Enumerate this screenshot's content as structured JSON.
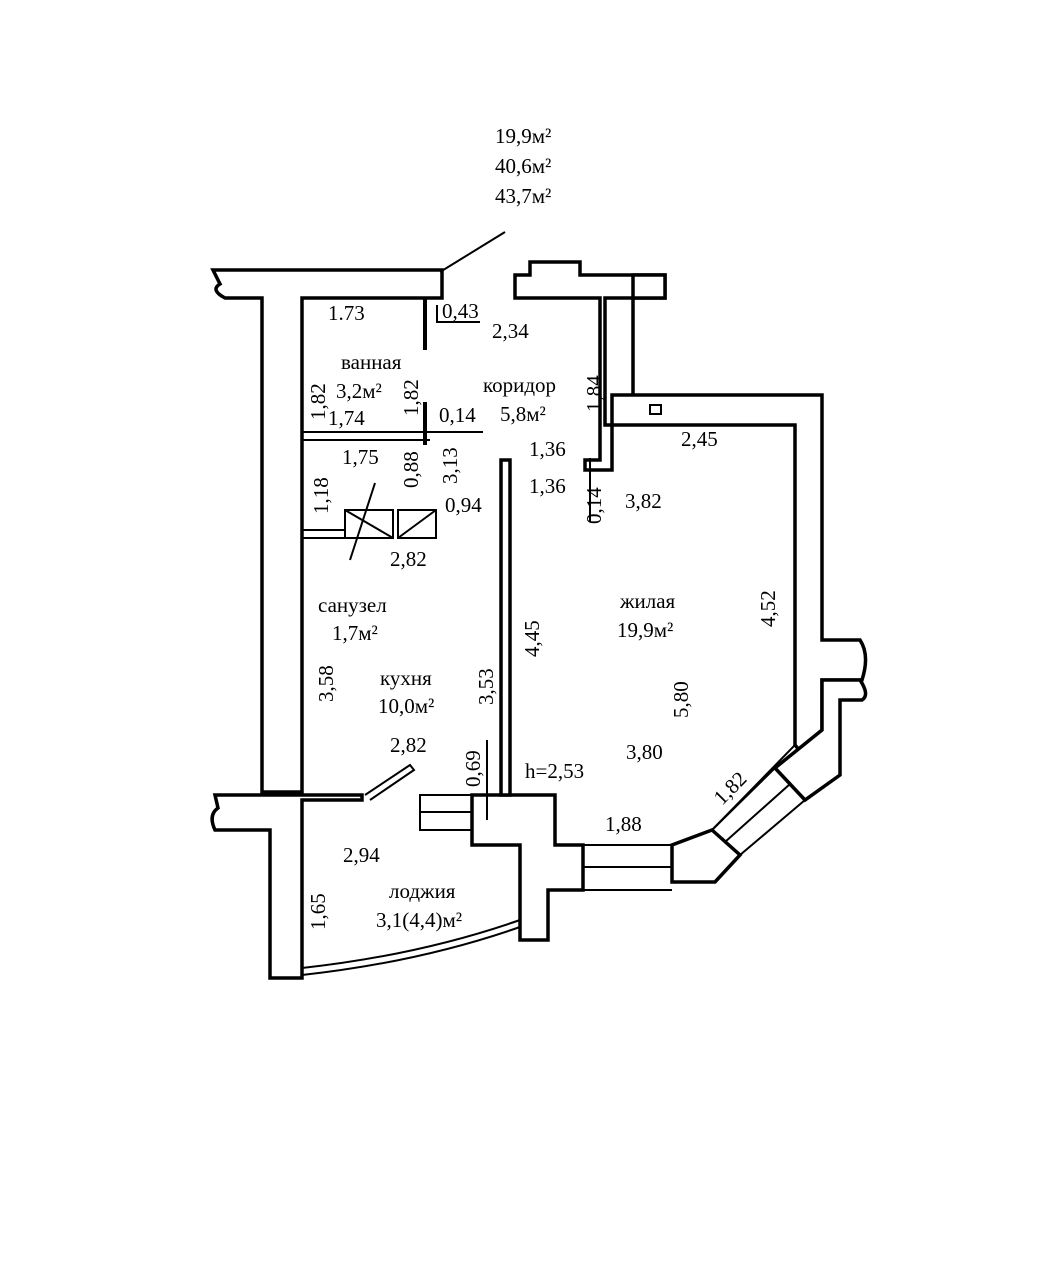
{
  "summary": {
    "living_area": "19,9м²",
    "total_area": "40,6м²",
    "total_with_loggia": "43,7м²"
  },
  "rooms": {
    "bathroom": {
      "name": "ванная",
      "area": "3,2м²"
    },
    "corridor": {
      "name": "коридор",
      "area": "5,8м²"
    },
    "toilet": {
      "name": "санузел",
      "area": "1,7м²"
    },
    "kitchen": {
      "name": "кухня",
      "area": "10,0м²"
    },
    "living": {
      "name": "жилая",
      "area": "19,9м²"
    },
    "loggia": {
      "name": "лоджия",
      "area": "3,1(4,4)м²"
    }
  },
  "ceiling_height": "h=2,53",
  "dimensions": {
    "bath_top": "1.73",
    "bath_left": "1,82",
    "bath_right": "1,82",
    "bath_bottom": "1,74",
    "door_043": "0,43",
    "corr_234": "2,34",
    "corr_184": "1,84",
    "wall_014a": "0,14",
    "corr_313": "3,13",
    "corr_136a": "1,36",
    "corr_136b": "1,36",
    "wall_014b": "0,14",
    "wc_175": "1,75",
    "wc_118": "1,18",
    "wc_088": "0,88",
    "wc_094": "0,94",
    "kit_282a": "2,82",
    "kit_358": "3,58",
    "kit_353": "3,53",
    "kit_282b": "2,82",
    "kit_069": "0,69",
    "liv_245": "2,45",
    "liv_382": "3,82",
    "liv_445": "4,45",
    "liv_452": "4,52",
    "liv_580": "5,80",
    "liv_380": "3,80",
    "liv_182": "1,82",
    "liv_188": "1,88",
    "log_294": "2,94",
    "log_165": "1,65"
  }
}
